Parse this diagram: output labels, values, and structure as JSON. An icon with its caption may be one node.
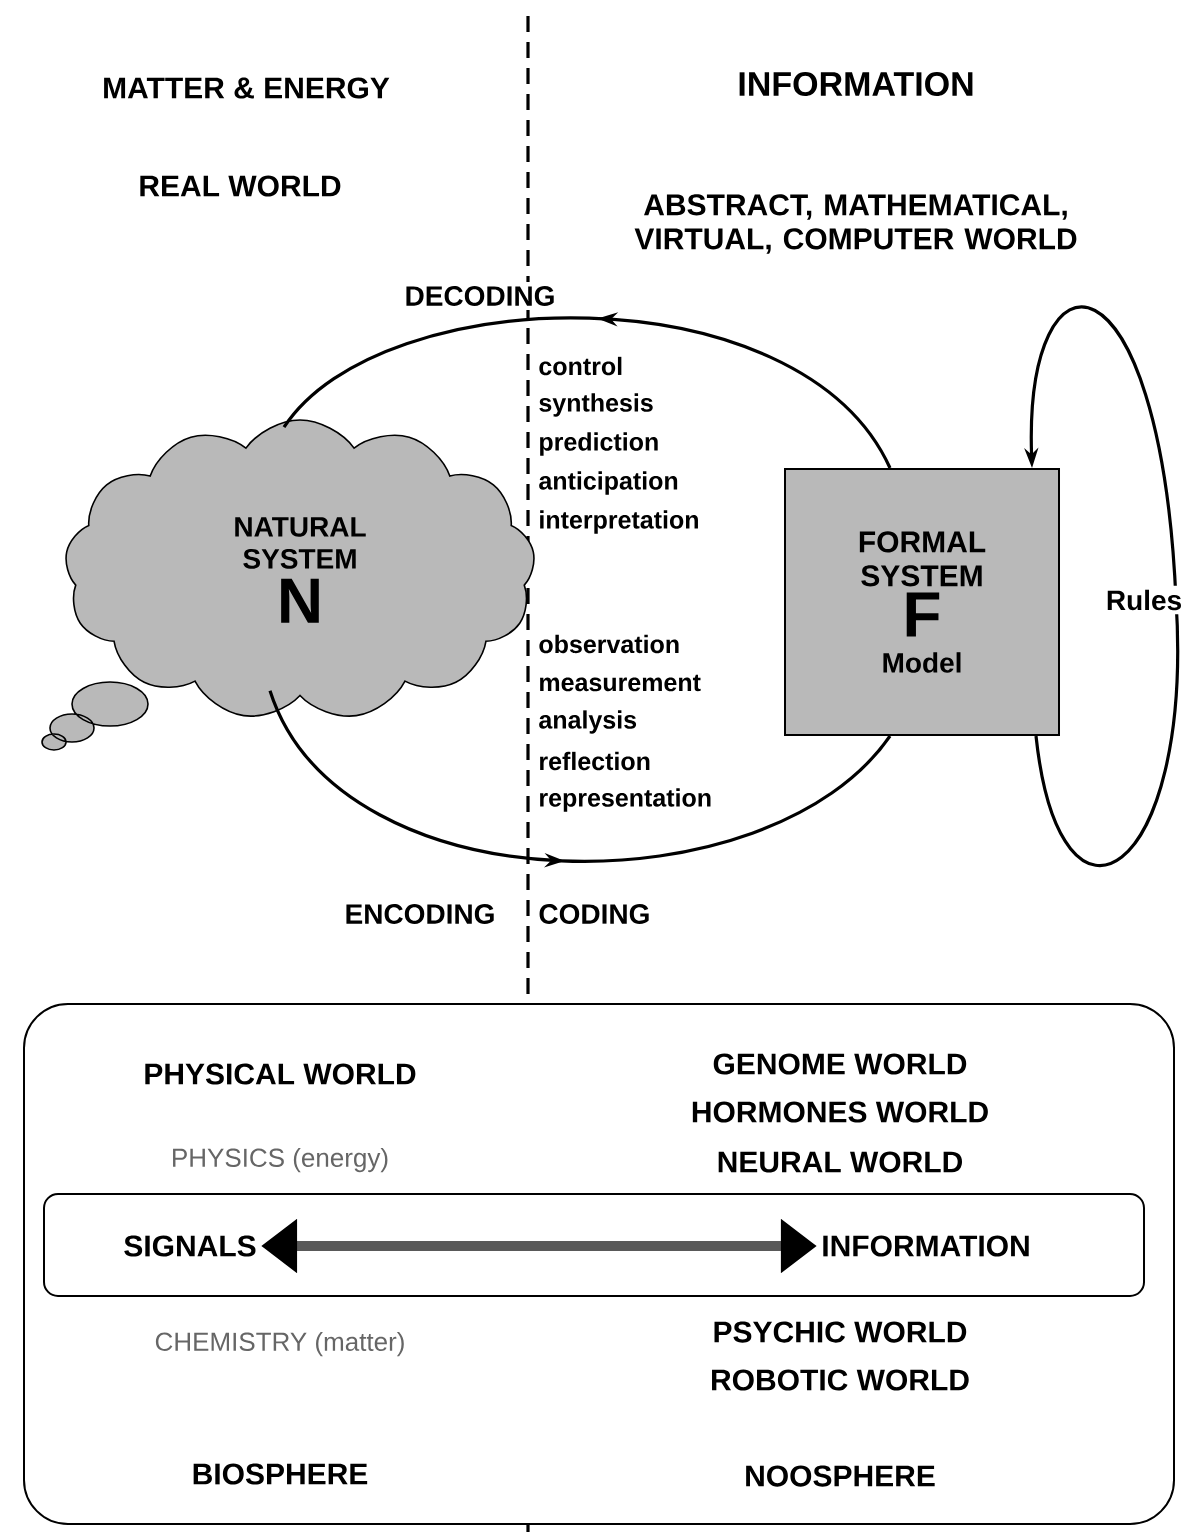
{
  "diagram": {
    "nodes": [
      {
        "text": [
          "NATURAL SYSTEM",
          "N"
        ]
      },
      {
        "text": [
          "FORMAL SYSTEM",
          "F",
          "Model"
        ]
      },
      {
        "text": [],
        "shape": "box"
      },
      {
        "text": [],
        "shape": "box",
        "in": 2
      },
      {
        "text": [
          "SIGNALS"
        ],
        "in": 3
      },
      {
        "text": [
          "INFORMATION"
        ],
        "in": 3
      }
    ],
    "edges": [
      {
        "from": 1,
        "to": 0,
        "arrow": "to",
        "label": "DECODING"
      },
      {
        "from": 0,
        "to": 1,
        "arrow": "to",
        "label": "ENCODING"
      },
      {
        "from": 1,
        "to": 1,
        "arrow": "to",
        "label": "Rules"
      },
      {
        "from": 4,
        "to": 5,
        "arrow": "both",
        "style": "thick"
      }
    ],
    "labels": [
      "MATTER & ENERGY",
      "INFORMATION",
      "REAL WORLD",
      "ABSTRACT, MATHEMATICAL, VIRTUAL, COMPUTER WORLD",
      "control",
      "synthesis",
      "prediction",
      "anticipation",
      "interpretation",
      "observation",
      "measurement",
      "analysis",
      "reflection",
      "representation",
      "CODING",
      "PHYSICAL WORLD",
      "GENOME WORLD",
      "PHYSICS (energy)",
      "HORMONES WORLD",
      "NEURAL WORLD",
      "CHEMISTRY (matter)",
      "PSYCHIC WORLD",
      "ROBOTIC WORLD",
      "BIOSPHERE",
      "NOOSPHERE"
    ]
  }
}
